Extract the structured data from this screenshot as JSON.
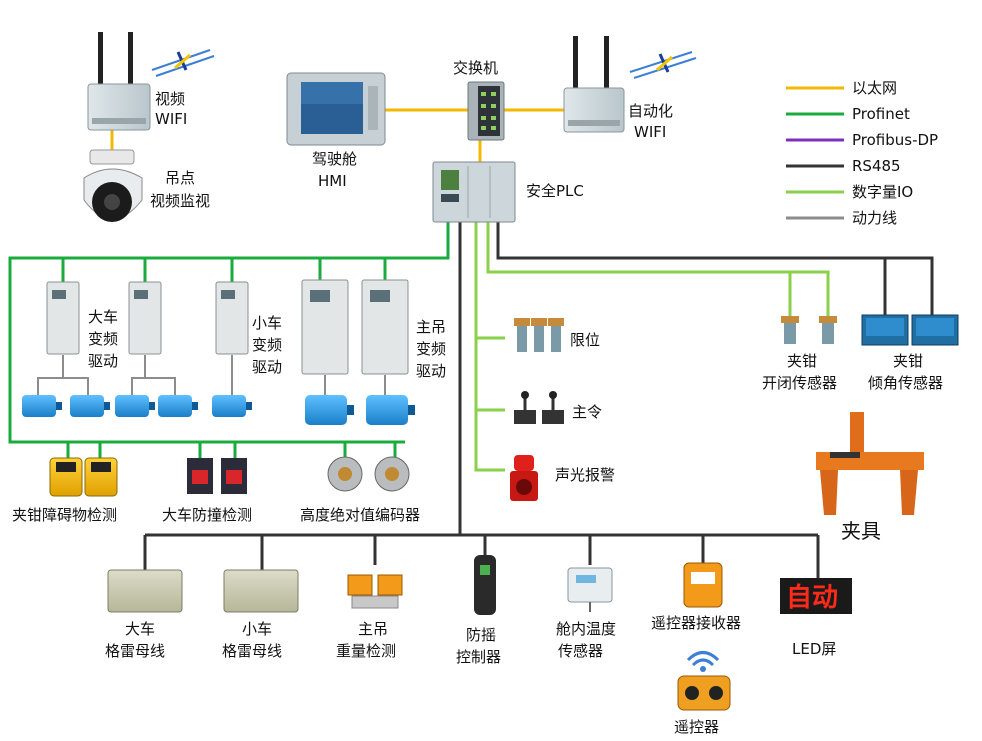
{
  "colors": {
    "ethernet": "#f5b800",
    "profinet": "#1aab3c",
    "profibus": "#7b2fbf",
    "rs485": "#333333",
    "digital_io": "#8ad14a",
    "power": "#8c8c8c",
    "led_bg": "#1a1a1a",
    "led_text": "#ff2a1a"
  },
  "legend": [
    {
      "label": "以太网",
      "color_key": "ethernet"
    },
    {
      "label": "Profinet",
      "color_key": "profinet"
    },
    {
      "label": "Profibus-DP",
      "color_key": "profibus"
    },
    {
      "label": "RS485",
      "color_key": "rs485"
    },
    {
      "label": "数字量IO",
      "color_key": "digital_io"
    },
    {
      "label": "动力线",
      "color_key": "power"
    }
  ],
  "nodes": {
    "video_wifi": [
      "视频",
      "WIFI"
    ],
    "camera": [
      "吊点",
      "视频监视"
    ],
    "switch": [
      "交换机"
    ],
    "auto_wifi": [
      "自动化",
      "WIFI"
    ],
    "hmi": [
      "驾驶舱",
      "HMI"
    ],
    "plc": [
      "安全PLC"
    ],
    "cart_vfd": [
      "大车",
      "变频",
      "驱动"
    ],
    "trolley_vfd": [
      "小车",
      "变频",
      "驱动"
    ],
    "hoist_vfd": [
      "主吊",
      "变频",
      "驱动"
    ],
    "limit": [
      "限位"
    ],
    "master": [
      "主令"
    ],
    "alarm": [
      "声光报警"
    ],
    "clamp_open": [
      "夹钳",
      "开闭传感器"
    ],
    "clamp_tilt": [
      "夹钳",
      "倾角传感器"
    ],
    "fixture": [
      "夹具"
    ],
    "clamp_obstacle": [
      "夹钳障碍物检测"
    ],
    "cart_collision": [
      "大车防撞检测"
    ],
    "encoder": [
      "高度绝对值编码器"
    ],
    "cart_bus": [
      "大车",
      "格雷母线"
    ],
    "trolley_bus": [
      "小车",
      "格雷母线"
    ],
    "hoist_weight": [
      "主吊",
      "重量检测"
    ],
    "anti_sway": [
      "防摇",
      "控制器"
    ],
    "cabin_temp": [
      "舱内温度",
      "传感器"
    ],
    "remote_rx": [
      "遥控器接收器"
    ],
    "remote": [
      "遥控器"
    ],
    "led_screen": [
      "LED屏"
    ]
  },
  "led_display": "自动"
}
